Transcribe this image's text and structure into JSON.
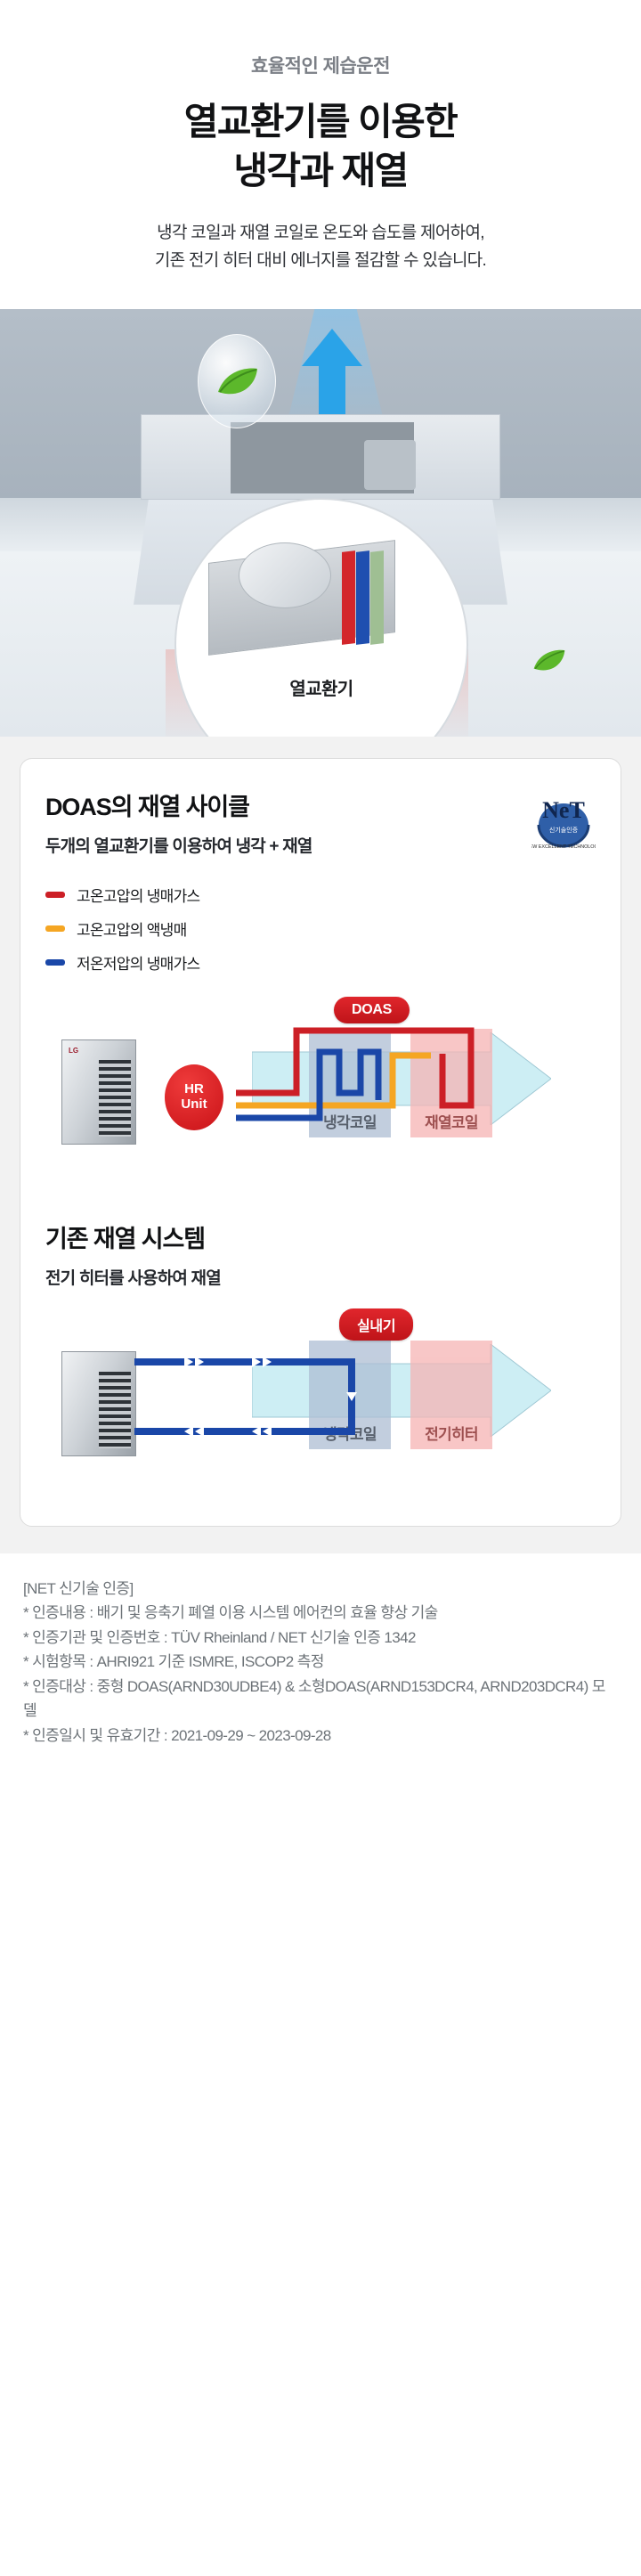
{
  "hero": {
    "eyebrow": "효율적인 제습운전",
    "headline_line1": "열교환기를 이용한",
    "headline_line2": "냉각과 재열",
    "lede_line1": "냉각 코일과 재열 코일로 온도와 습도를 제어하여,",
    "lede_line2": "기존 전기 히터 대비 에너지를 절감할 수 있습니다.",
    "callout_label": "열교환기"
  },
  "card": {
    "title": "DOAS의 재열 사이클",
    "subtitle": "두개의 열교환기를 이용하여 냉각 + 재열",
    "net_badge": {
      "mark": "NeT",
      "sub_ko": "신기술인증",
      "sub_en": "NEW EXCELLENT TECHNOLOGY"
    },
    "legend": [
      {
        "label": "고온고압의 냉매가스",
        "color": "#cc1f26"
      },
      {
        "label": "고온고압의 액냉매",
        "color": "#f5a623"
      },
      {
        "label": "저온저압의 냉매가스",
        "color": "#1a47a8"
      }
    ],
    "diagram_doas": {
      "badge": "DOAS",
      "hr_unit_line1": "HR",
      "hr_unit_line2": "Unit",
      "cooling_coil": "냉각코일",
      "reheat_coil": "재열코일"
    },
    "section2": {
      "title": "기존 재열 시스템",
      "subtitle": "전기 히터를 사용하여 재열",
      "badge": "실내기",
      "cooling_coil": "냉각코일",
      "electric_heater": "전기히터"
    }
  },
  "footer": {
    "heading": "[NET 신기술 인증]",
    "line_cert_content": "* 인증내용 : 배기 및 응축기 폐열 이용 시스템 에어컨의 효율 향상 기술",
    "line_cert_body": "* 인증기관 및 인증번호 : TÜV Rheinland / NET 신기술 인증 1342",
    "line_test_items": "* 시험항목 : AHRI921 기준 ISMRE, ISCOP2 측정",
    "line_cert_target": "* 인증대상 : 중형 DOAS(ARND30UDBE4) & 소형DOAS(ARND153DCR4, ARND203DCR4) 모델",
    "line_cert_period": "* 인증일시 및 유효기간 : 2021-09-29 ~ 2023-09-28"
  },
  "colors": {
    "hot_gas": "#cc1f26",
    "liquid": "#f5a623",
    "cold_gas": "#1a47a8",
    "cool_coil": "#aebed4",
    "heat_coil": "#f6b4b4",
    "airflow": "#cdeef4",
    "badge_red": "#c9161c"
  }
}
